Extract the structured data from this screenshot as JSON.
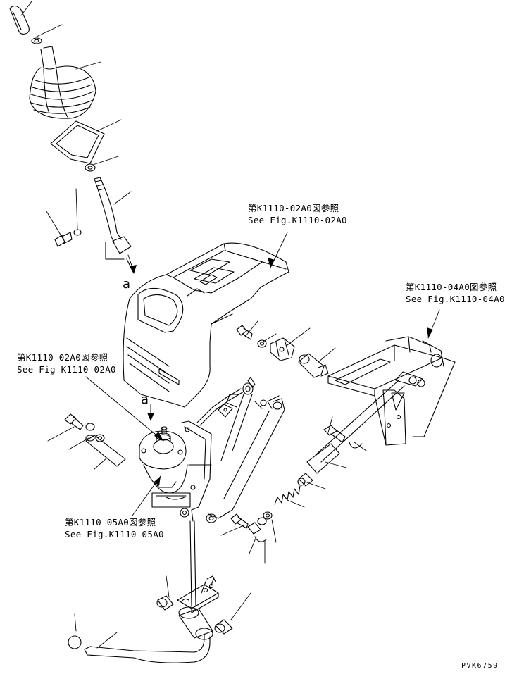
{
  "references": {
    "ref_console": {
      "jp": "第K1110-02A0図参照",
      "en": "See Fig.K1110-02A0"
    },
    "ref_bracket": {
      "jp": "第K1110-04A0図参照",
      "en": "See Fig.K1110-04A0"
    },
    "ref_pcv_top": {
      "jp": "第K1110-02A0図参照",
      "en": "See Fig K1110-02A0"
    },
    "ref_pcv_bottom": {
      "jp": "第K1110-05A0図参照",
      "en": "See Fig.K1110-05A0"
    }
  },
  "markers": {
    "a_top": "a",
    "a_mid": "a"
  },
  "drawing_code": "PVK6759"
}
